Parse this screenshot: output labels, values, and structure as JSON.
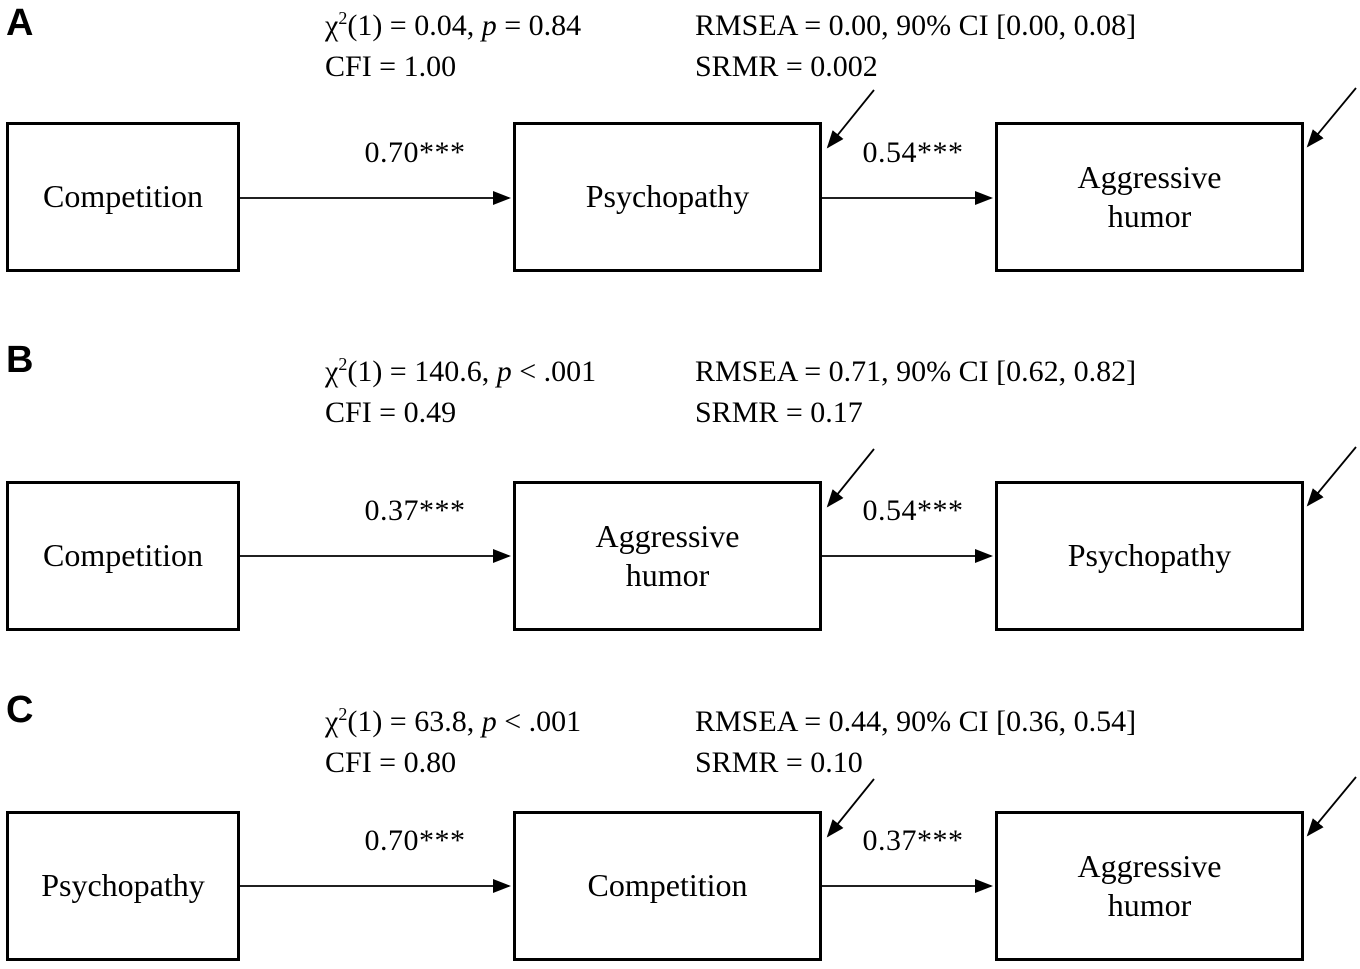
{
  "figure": {
    "colors": {
      "ink": "#000000",
      "background": "#ffffff"
    },
    "panels": [
      {
        "label": "A",
        "chi": {
          "sym": "χ",
          "sup": "2",
          "mid": "(1) = 0.04, ",
          "p": "p",
          "rest": " = 0.84"
        },
        "cfi": "CFI = 1.00",
        "rmsea": "RMSEA = 0.00, 90% CI [0.00, 0.08]",
        "srmr": "SRMR = 0.002",
        "boxes": [
          "Competition",
          "Psychopathy",
          "Aggressive humor"
        ],
        "paths": [
          "0.70***",
          "0.54***"
        ]
      },
      {
        "label": "B",
        "chi": {
          "sym": "χ",
          "sup": "2",
          "mid": "(1) = 140.6, ",
          "p": "p",
          "rest": " < .001"
        },
        "cfi": "CFI = 0.49",
        "rmsea": "RMSEA = 0.71, 90% CI [0.62, 0.82]",
        "srmr": "SRMR = 0.17",
        "boxes": [
          "Competition",
          "Aggressive humor",
          "Psychopathy"
        ],
        "paths": [
          "0.37***",
          "0.54***"
        ]
      },
      {
        "label": "C",
        "chi": {
          "sym": "χ",
          "sup": "2",
          "mid": "(1) = 63.8, ",
          "p": "p",
          "rest": " < .001"
        },
        "cfi": "CFI = 0.80",
        "rmsea": "RMSEA = 0.44, 90% CI [0.36, 0.54]",
        "srmr": "SRMR = 0.10",
        "boxes": [
          "Psychopathy",
          "Competition",
          "Aggressive humor"
        ],
        "paths": [
          "0.70***",
          "0.37***"
        ]
      }
    ]
  }
}
